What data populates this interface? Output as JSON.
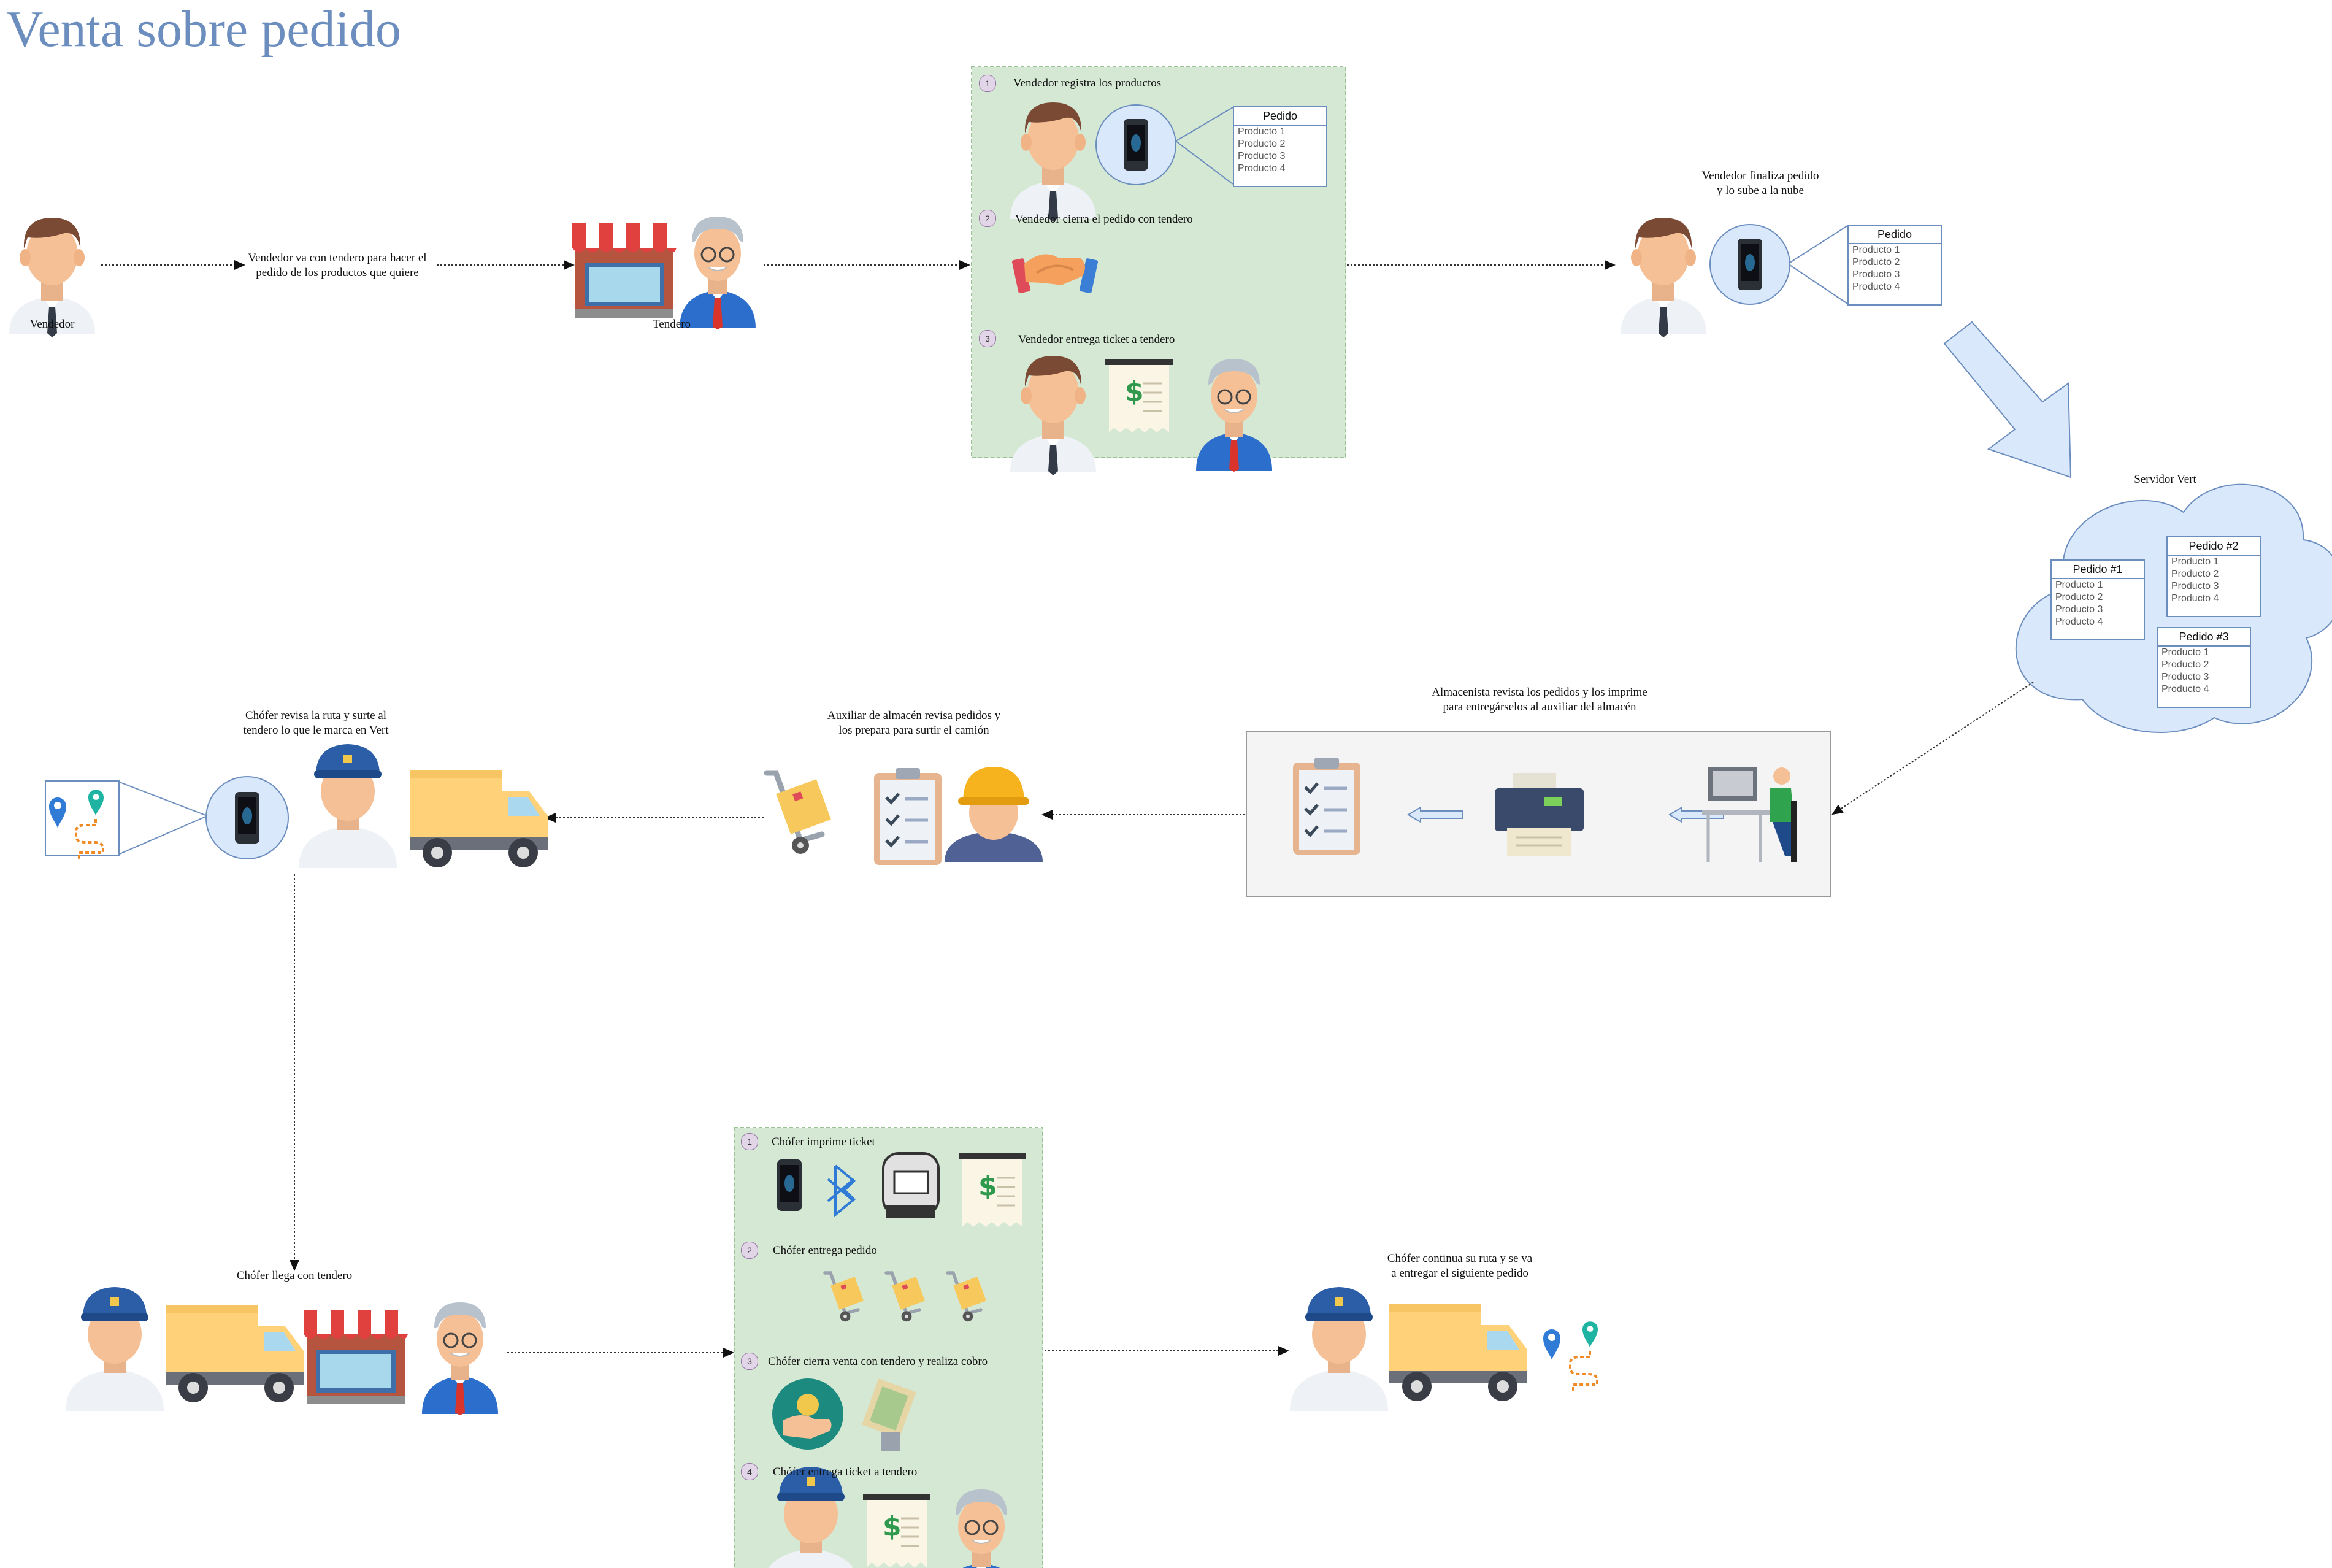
{
  "title": "Venta sobre pedido",
  "labels": {
    "vendedor": "Vendedor",
    "tendero": "Tendero",
    "vendedor_va": "Vendedor va con tendero para hacer el\npedido de los productos que quiere",
    "vendedor_finaliza": "Vendedor finaliza pedido\ny lo sube a la nube",
    "servidor": "Servidor Vert",
    "almacenista": "Almacenista revista los pedidos y los imprime\npara entregárselos al auxiliar del almacén",
    "auxiliar": "Auxiliar de almacén revisa pedidos y\nlos prepara para surtir el camión",
    "chofer_revisa": "Chófer revisa la ruta y surte al\ntendero lo que le marca en Vert",
    "chofer_llega": "Chófer llega con tendero",
    "chofer_continua": "Chófer continua su ruta y se va\na entregar el siguiente pedido"
  },
  "steps_top": [
    {
      "num": "1",
      "label": "Vendedor registra los productos"
    },
    {
      "num": "2",
      "label": "Vendedor cierra el pedido con tendero"
    },
    {
      "num": "3",
      "label": "Vendedor entrega ticket a tendero"
    }
  ],
  "steps_bottom": [
    {
      "num": "1",
      "label": "Chófer imprime ticket"
    },
    {
      "num": "2",
      "label": "Chófer entrega pedido"
    },
    {
      "num": "3",
      "label": "Chófer cierra venta con tendero y realiza cobro"
    },
    {
      "num": "4",
      "label": "Chófer entrega ticket a tendero"
    }
  ],
  "pedido_tables": [
    {
      "header": "Pedido",
      "rows": [
        "Producto 1",
        "Producto 2",
        "Producto 3",
        "Producto 4"
      ]
    },
    {
      "header": "Pedido",
      "rows": [
        "Producto 1",
        "Producto 2",
        "Producto 3",
        "Producto 4"
      ]
    },
    {
      "header": "Pedido #1",
      "rows": [
        "Producto 1",
        "Producto 2",
        "Producto 3",
        "Producto 4"
      ]
    },
    {
      "header": "Pedido #2",
      "rows": [
        "Producto 1",
        "Producto 2",
        "Producto 3",
        "Producto 4"
      ]
    },
    {
      "header": "Pedido #3",
      "rows": [
        "Producto 1",
        "Producto 2",
        "Producto 3",
        "Producto 4"
      ]
    }
  ],
  "colors": {
    "title": "#6c8ebf",
    "group_fill": "#d5e8d4",
    "cloud_fill": "#dae8fc",
    "accent_blue": "#6c8ebf"
  }
}
